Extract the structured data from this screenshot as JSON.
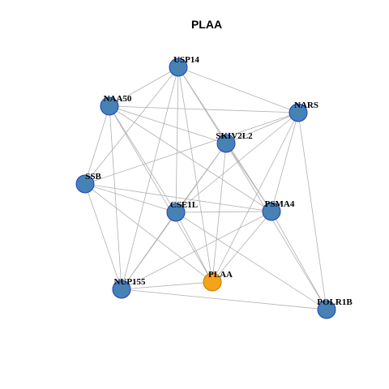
{
  "title": "PLAA",
  "colors": {
    "default_node": "#4682b4",
    "default_stroke": "#1f3fbf",
    "highlight_node": "#f5a31a",
    "highlight_stroke": "#c07a00",
    "edge": "#b0b0b0"
  },
  "nodes": [
    {
      "id": "USP14",
      "label": "USP14",
      "highlight": false
    },
    {
      "id": "NAA50",
      "label": "NAA50",
      "highlight": false
    },
    {
      "id": "NARS",
      "label": "NARS",
      "highlight": false
    },
    {
      "id": "SKIV2L2",
      "label": "SKIV2L2",
      "highlight": false
    },
    {
      "id": "SSB",
      "label": "SSB",
      "highlight": false
    },
    {
      "id": "CSE1L",
      "label": "CSE1L",
      "highlight": false
    },
    {
      "id": "PSMA4",
      "label": "PSMA4",
      "highlight": false
    },
    {
      "id": "PLAA",
      "label": "PLAA",
      "highlight": true
    },
    {
      "id": "NUP155",
      "label": "NUP155",
      "highlight": false
    },
    {
      "id": "POLR1B",
      "label": "POLR1B",
      "highlight": false
    }
  ],
  "edges": [
    [
      "USP14",
      "NAA50"
    ],
    [
      "USP14",
      "NARS"
    ],
    [
      "USP14",
      "SKIV2L2"
    ],
    [
      "USP14",
      "SSB"
    ],
    [
      "USP14",
      "CSE1L"
    ],
    [
      "USP14",
      "PSMA4"
    ],
    [
      "USP14",
      "PLAA"
    ],
    [
      "USP14",
      "NUP155"
    ],
    [
      "NAA50",
      "NARS"
    ],
    [
      "NAA50",
      "SKIV2L2"
    ],
    [
      "NAA50",
      "SSB"
    ],
    [
      "NAA50",
      "CSE1L"
    ],
    [
      "NAA50",
      "PSMA4"
    ],
    [
      "NAA50",
      "PLAA"
    ],
    [
      "NAA50",
      "NUP155"
    ],
    [
      "NARS",
      "SKIV2L2"
    ],
    [
      "NARS",
      "SSB"
    ],
    [
      "NARS",
      "CSE1L"
    ],
    [
      "NARS",
      "PSMA4"
    ],
    [
      "NARS",
      "PLAA"
    ],
    [
      "NARS",
      "POLR1B"
    ],
    [
      "SKIV2L2",
      "CSE1L"
    ],
    [
      "SKIV2L2",
      "PSMA4"
    ],
    [
      "SKIV2L2",
      "PLAA"
    ],
    [
      "SKIV2L2",
      "NUP155"
    ],
    [
      "SKIV2L2",
      "POLR1B"
    ],
    [
      "SSB",
      "CSE1L"
    ],
    [
      "SSB",
      "PSMA4"
    ],
    [
      "SSB",
      "PLAA"
    ],
    [
      "SSB",
      "NUP155"
    ],
    [
      "CSE1L",
      "PSMA4"
    ],
    [
      "CSE1L",
      "PLAA"
    ],
    [
      "CSE1L",
      "NUP155"
    ],
    [
      "CSE1L",
      "POLR1B"
    ],
    [
      "PSMA4",
      "PLAA"
    ],
    [
      "PSMA4",
      "NUP155"
    ],
    [
      "PSMA4",
      "POLR1B"
    ],
    [
      "NUP155",
      "PLAA"
    ],
    [
      "NUP155",
      "POLR1B"
    ]
  ]
}
